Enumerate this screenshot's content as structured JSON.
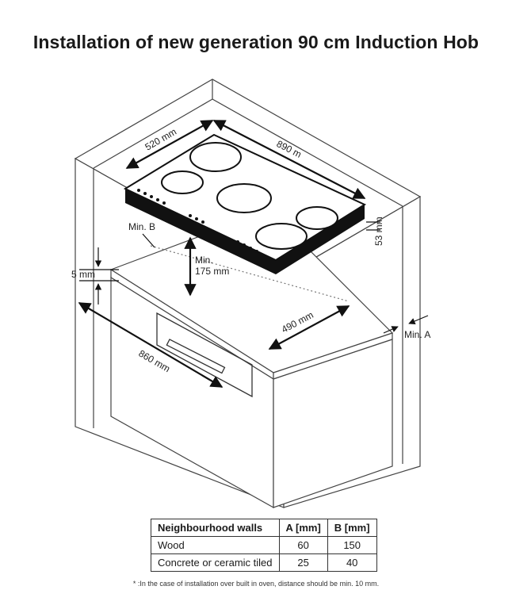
{
  "title": "Installation of new generation 90 cm Induction Hob",
  "dimensions": {
    "width_890": "890 m",
    "depth_520": "520 mm",
    "height_53": "53 mm",
    "min_b": "Min. B",
    "min_175_line1": "Min.",
    "min_175_line2": "175 mm",
    "gap_5": "5 mm",
    "depth_490": "490 mm",
    "min_a": "Min. A",
    "width_860": "860 mm"
  },
  "table": {
    "headers": [
      "Neighbourhood walls",
      "A [mm]",
      "B [mm]"
    ],
    "rows": [
      [
        "Wood",
        "60",
        "150"
      ],
      [
        "Concrete or ceramic tiled",
        "25",
        "40"
      ]
    ]
  },
  "footnote": "* :In the case of installation over built in oven, distance should be min. 10 mm."
}
